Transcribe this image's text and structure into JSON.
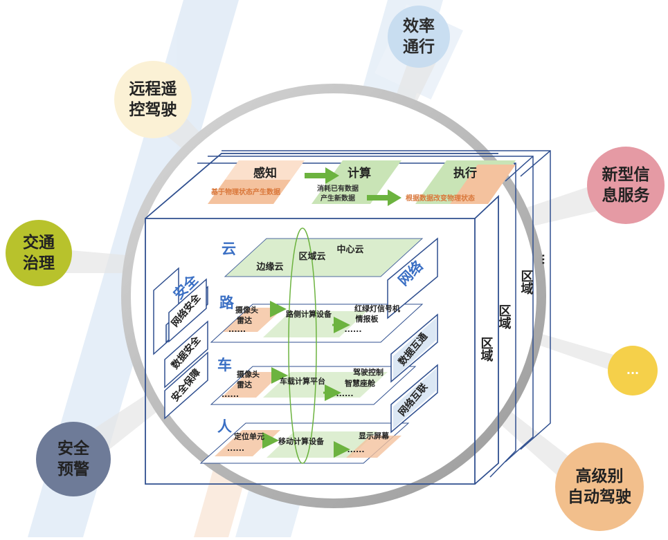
{
  "bubbles": {
    "efficiency": [
      "效率",
      "通行"
    ],
    "remote": [
      "远程遥",
      "控驾驶"
    ],
    "new_service": [
      "新型信",
      "息服务"
    ],
    "traffic": [
      "交通",
      "治理"
    ],
    "more": "...",
    "safety": [
      "安全",
      "预警"
    ],
    "autonomous": [
      "高级别",
      "自动驾驶"
    ]
  },
  "top_flow": {
    "sense": "感知",
    "sense_sub": "基于物理状态产生数据",
    "compute": "计算",
    "compute_sub": [
      "消耗已有数据",
      "产生新数据"
    ],
    "execute": "执行",
    "execute_sub": "根据数据改变物理状态"
  },
  "cloud_layer": {
    "label": "云",
    "center": "中心云",
    "regional": "区域云",
    "edge": "边缘云"
  },
  "road_layer": {
    "label": "路",
    "sensors": [
      "摄像头",
      "雷达",
      "......"
    ],
    "compute": "路侧计算设备",
    "outputs": [
      "红绿灯信号机",
      "情报板",
      "......"
    ]
  },
  "vehicle_layer": {
    "label": "车",
    "sensors": [
      "摄像头",
      "雷达",
      "......"
    ],
    "compute": "车载计算平台",
    "outputs": [
      "驾驶控制",
      "智慧座舱",
      "......"
    ]
  },
  "human_layer": {
    "label": "人",
    "sensors": [
      "定位单元",
      "......"
    ],
    "compute": "移动计算设备",
    "outputs": [
      "显示屏幕",
      "......"
    ]
  },
  "security": {
    "title": "安全",
    "items": [
      "网络安全",
      "数据安全",
      "安全保障"
    ]
  },
  "network": {
    "title": "网络",
    "items": [
      "数据互通",
      "网络互联"
    ]
  },
  "regions": [
    "区域",
    "区域",
    "区域"
  ],
  "ellipsis": "···"
}
